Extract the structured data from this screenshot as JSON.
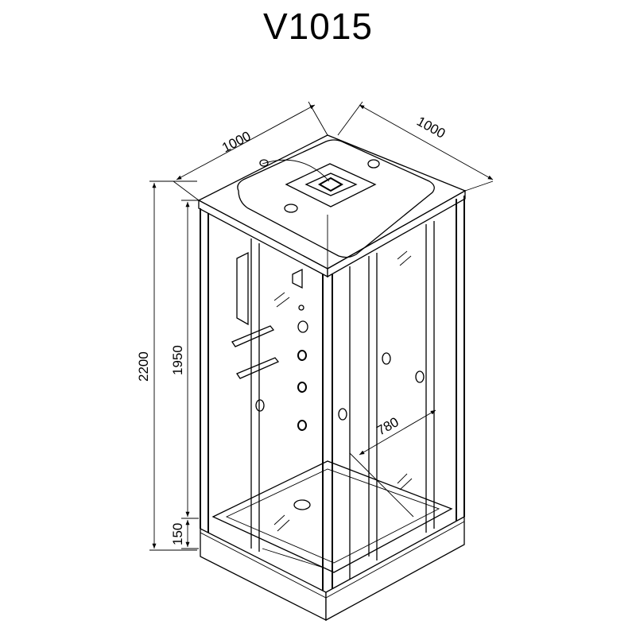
{
  "title": "V1015",
  "dimensions": {
    "width_left": "1000",
    "width_right": "1000",
    "total_height": "2200",
    "cabin_height": "1950",
    "tray_height": "150",
    "door_width": "780"
  }
}
